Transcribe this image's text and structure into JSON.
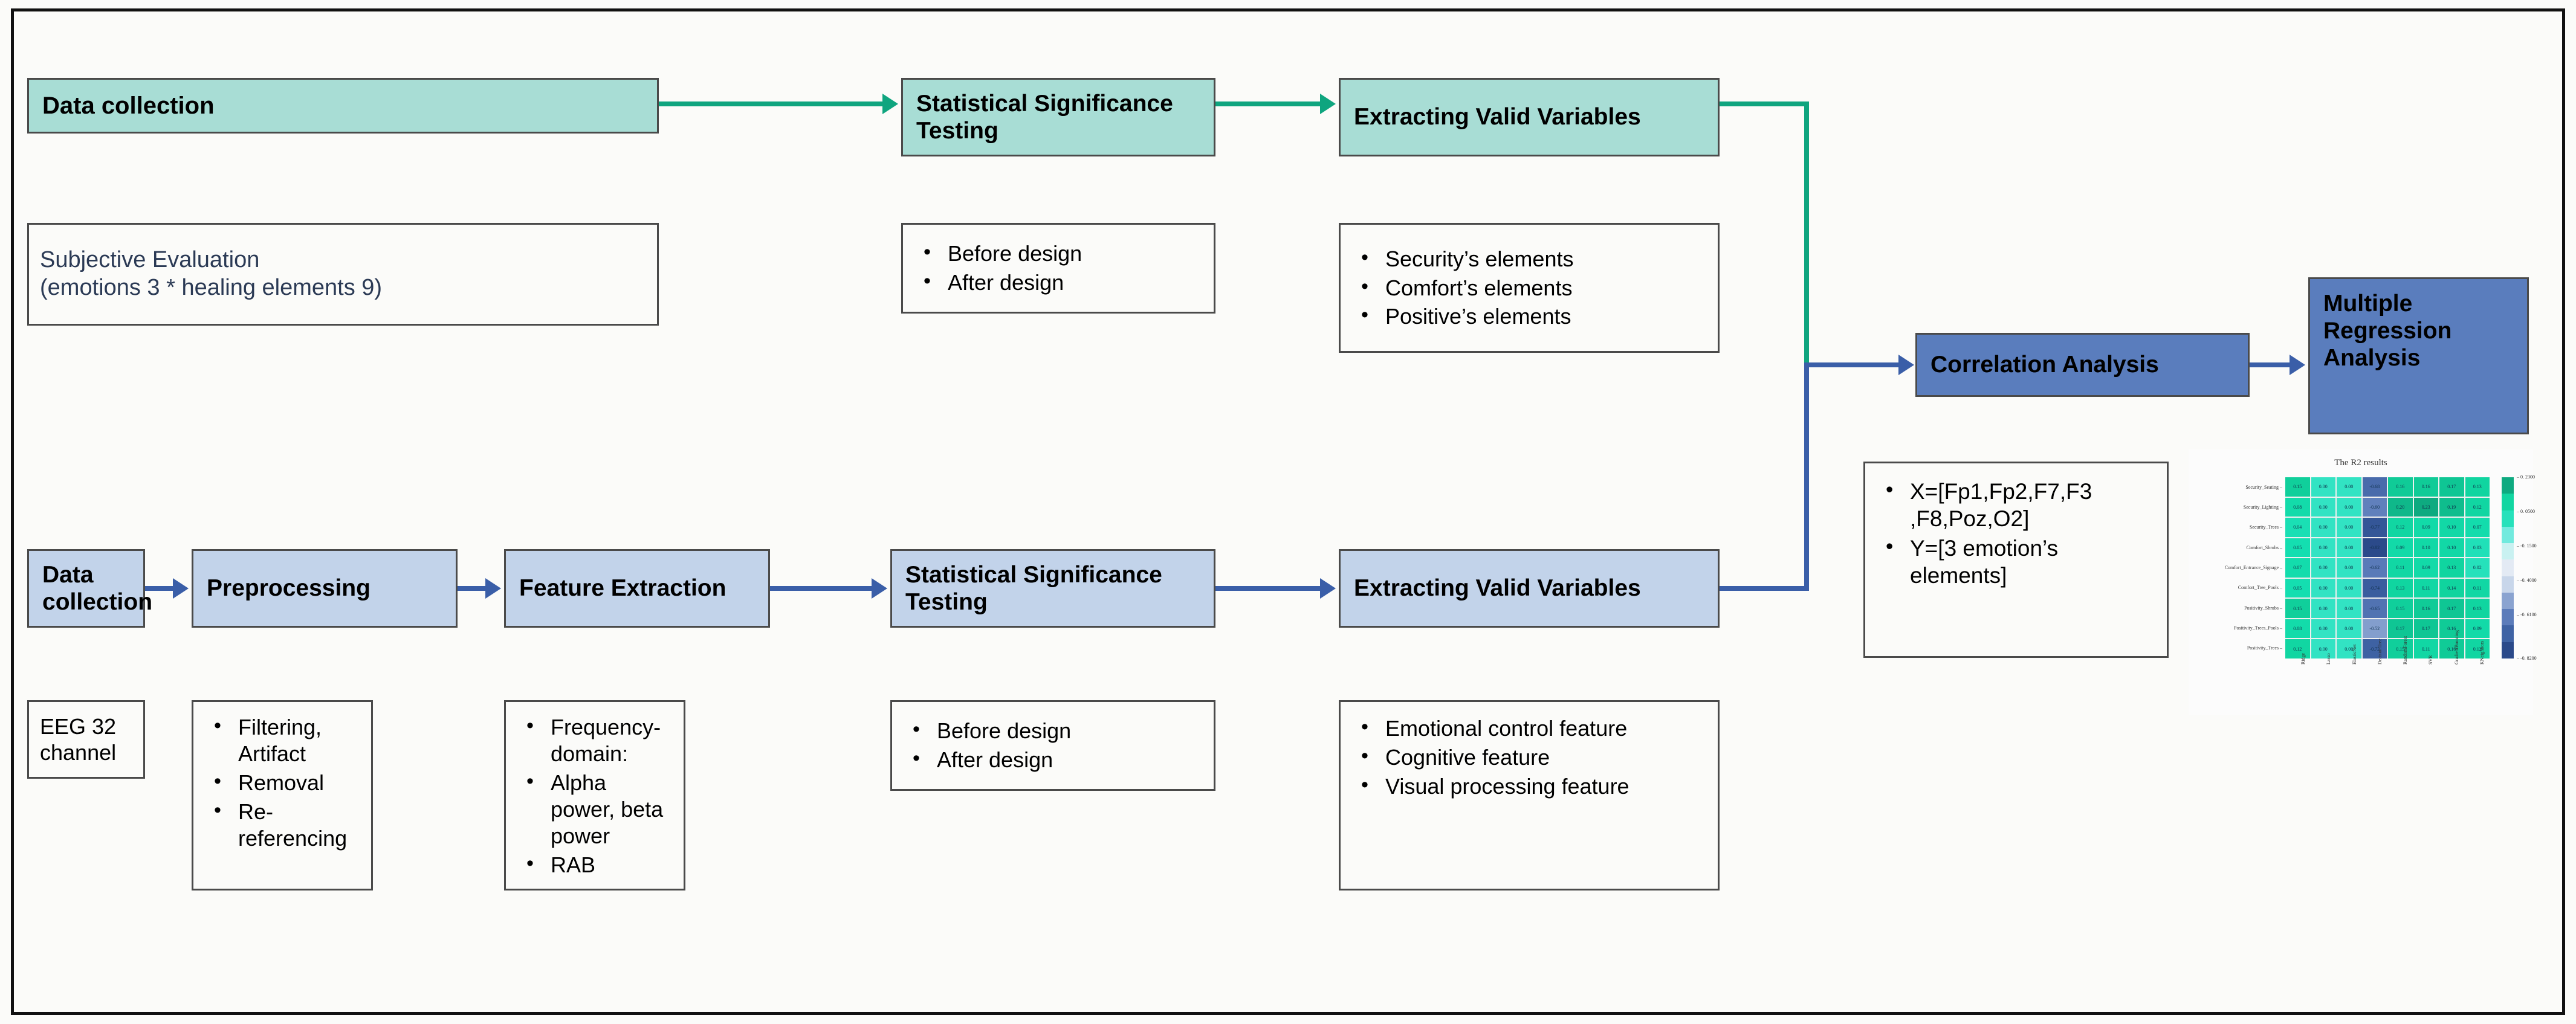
{
  "top_row": {
    "data_collection": "Data collection",
    "subjective": {
      "line1": "Subjective Evaluation",
      "line2": "(emotions 3 * healing elements 9)"
    },
    "stat_testing": "Statistical Significance Testing",
    "stat_bullets": [
      "Before design",
      "After design"
    ],
    "extracting": "Extracting Valid Variables",
    "extracting_bullets": [
      "Security’s elements",
      "Comfort’s elements",
      "Positive’s elements"
    ]
  },
  "bottom_row": {
    "data_collection": "Data collection",
    "eeg": "EEG 32 channel",
    "preprocessing": "Preprocessing",
    "preprocessing_bullets": [
      "Filtering, Artifact",
      "Removal",
      "Re-referencing"
    ],
    "feature_extraction": "Feature Extraction",
    "feature_bullets": [
      "Frequency-domain:",
      "Alpha power, beta power",
      "RAB"
    ],
    "stat_testing": "Statistical Significance Testing",
    "stat_bullets": [
      "Before design",
      "After design"
    ],
    "extracting": "Extracting Valid Variables",
    "extracting_bullets": [
      "Emotional control feature",
      "Cognitive feature",
      "Visual  processing feature"
    ]
  },
  "right": {
    "correlation": "Correlation Analysis",
    "regression": "Multiple Regression Analysis",
    "xy_bullets": [
      "X=[Fp1,Fp2,F7,F3 ,F8,Poz,O2]",
      "Y=[3 emotion’s elements]"
    ]
  },
  "colors": {
    "teal_fill": "#A8DDD5",
    "teal_line": "#0FA57F",
    "blue_fill": "#C2D3EA",
    "blue_line": "#3A5EA8",
    "dark_blue_fill": "#5A7DBD",
    "border": "#4A4A4A",
    "frame": "#111111"
  },
  "chart_data": {
    "type": "heatmap",
    "title": "The R2 results",
    "xlabel": "",
    "ylabel": "",
    "columns": [
      "Ridge",
      "Lasso",
      "ElasticNet",
      "DecisionTree",
      "RandomForest",
      "SVR",
      "GradientBoosting",
      "KNeighbors"
    ],
    "rows": [
      "Security_Seating",
      "Security_Lighting",
      "Security_Trees",
      "Comfort_Shrubs",
      "Comfort_Entrance_Signage",
      "Comfort_Tree_Pools",
      "Positivity_Shrubs",
      "Positivity_Trees_Pools",
      "Positivity_Trees"
    ],
    "values": [
      [
        0.15,
        0.0,
        0.0,
        -0.68,
        0.16,
        0.16,
        0.17,
        0.13
      ],
      [
        0.08,
        0.0,
        0.0,
        -0.6,
        0.2,
        0.23,
        0.19,
        0.12
      ],
      [
        0.04,
        0.0,
        0.0,
        -0.77,
        0.12,
        0.09,
        0.1,
        0.07
      ],
      [
        0.05,
        0.0,
        0.0,
        -0.82,
        0.09,
        0.1,
        0.1,
        0.03
      ],
      [
        0.07,
        0.0,
        0.0,
        -0.62,
        0.11,
        0.09,
        0.13,
        0.02
      ],
      [
        0.05,
        0.0,
        0.0,
        -0.74,
        0.13,
        0.11,
        0.14,
        0.11
      ],
      [
        0.15,
        0.0,
        0.0,
        -0.65,
        0.15,
        0.16,
        0.17,
        0.13
      ],
      [
        0.08,
        0.0,
        0.0,
        -0.52,
        0.17,
        0.17,
        0.16,
        0.09
      ],
      [
        0.12,
        0.0,
        0.0,
        -0.72,
        0.15,
        0.11,
        0.16,
        0.12
      ]
    ],
    "colorbar_ticks": [
      "0. 2300",
      "0. 0500",
      "-0. 1500",
      "-0. 4000",
      "-0. 6100",
      "-0. 8200"
    ],
    "vmin": -0.82,
    "vmax": 0.23,
    "grid": true,
    "legend_position": "right"
  }
}
